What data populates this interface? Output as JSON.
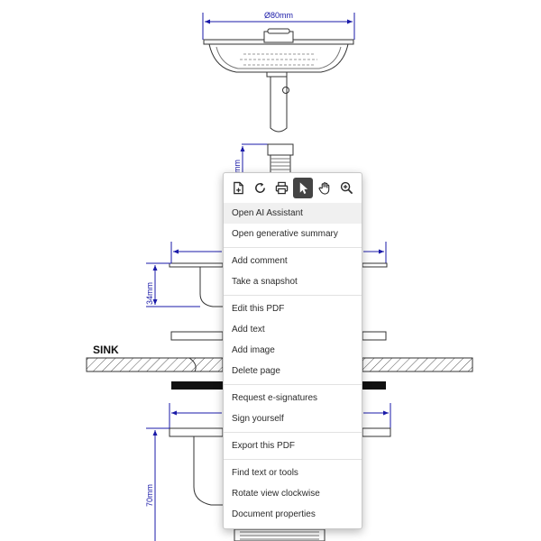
{
  "drawing": {
    "dim_top": "Ø80mm",
    "dim_partial": "mm",
    "dim_34": "34mm",
    "dim_70": "70mm",
    "sink_label": "SINK"
  },
  "toolbar": {
    "tools": [
      {
        "name": "insert-page-icon",
        "label": "Insert pages"
      },
      {
        "name": "rotate-icon",
        "label": "Rotate"
      },
      {
        "name": "print-icon",
        "label": "Print"
      },
      {
        "name": "select-pointer-icon",
        "label": "Select",
        "active": true
      },
      {
        "name": "hand-icon",
        "label": "Hand tool"
      },
      {
        "name": "zoom-in-icon",
        "label": "Zoom in"
      }
    ]
  },
  "menu": {
    "open_ai_assistant": "Open AI Assistant",
    "open_generative_summary": "Open generative summary",
    "add_comment": "Add comment",
    "take_snapshot": "Take a snapshot",
    "edit_pdf": "Edit this PDF",
    "add_text": "Add text",
    "add_image": "Add image",
    "delete_page": "Delete page",
    "request_esignatures": "Request e-signatures",
    "sign_yourself": "Sign yourself",
    "export_pdf": "Export this PDF",
    "find_text": "Find text or tools",
    "rotate_view": "Rotate view clockwise",
    "document_properties": "Document properties"
  },
  "colors": {
    "dimension_blue": "#1a1aa8",
    "active_tool_bg": "#444444",
    "highlight_bg": "#f0f0f0"
  }
}
